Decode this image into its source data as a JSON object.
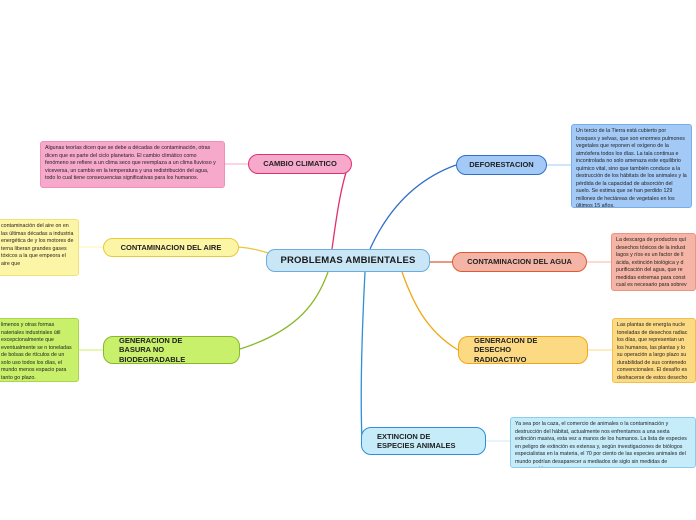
{
  "central": {
    "title": "PROBLEMAS AMBIENTALES",
    "color": "#c9e6f7"
  },
  "topics": {
    "cambio_climatico": {
      "label": "CAMBIO CLIMATICO",
      "note": "Algunas teorías dicen que se debe a décadas de contaminación, otras dicen que es parte del ciclo planetario. El cambio climático como fenómeno se refiere a un clima seco que reemplaza a un clima lluvioso y viceversa, un cambio en la temperatura y una redistribución del agua, todo lo cual tiene consecuencias significativas para los humanos.",
      "color": "#f7a9cc",
      "line": "#e0306e"
    },
    "contaminacion_aire": {
      "label": "CONTAMINACION DEL AIRE",
      "note": "contaminación del aire on en las últimas décadas a industria energética de y los motores de terna liberan grandes gases tóxicos a la que empeora el aire que",
      "color": "#fdf5a6",
      "line": "#e8c93a"
    },
    "generacion_basura": {
      "label": "GENERACION DE BASURA NO BIODEGRADABLE",
      "note": "limenos y otras formas nateriales industriales útil excepcionalmente que eventualmente se n toneladas de bolsas de rtículos de un solo uso todos los días, el mundo menos espacio para tanto go plazo.",
      "color": "#c8f06a",
      "line": "#8ab82c"
    },
    "deforestacion": {
      "label": "DEFORESTACION",
      "note": "Un tercio de la Tierra está cubierto por bosques y selvas, que son enormes pulmones vegetales que reponen el oxígeno de la atmósfera todos los días. La tala continua e incontrolada no solo amenaza este equilibrio químico vital, sino que también conduce a la destrucción de los hábitats de los animales y la pérdida de la capacidad de absorción del suelo. Se estima que se han perdido 129 millones de hectáreas de vegetales en los últimos 15 años.",
      "color": "#a3c9f7",
      "line": "#2f6fc9"
    },
    "contaminacion_agua": {
      "label": "CONTAMINACION DEL AGUA",
      "note": "La descarga de productos quí desechos tóxicos de la indust lagos y ríos es un factor de ll ácida, extinción biológica y d purificación del agua, que re medidas extremas para const cual es necesario para sobrev orgánica de todas las especie",
      "color": "#f5b5a6",
      "line": "#e05a30"
    },
    "desecho_radioactivo": {
      "label": "GENERACION DE DESECHO RADIOACTIVO",
      "note": "Las plantas de energía nucle toneladas de desechos radiac los días, que representan un los humanos, las plantas y lo su operación a largo plazo su durabilidad de sus contenedo convencionales. El desafío es deshacerse de estos desecho impacto mínimo en el medio a",
      "color": "#fcd983",
      "line": "#f0a818"
    },
    "extincion_especies": {
      "label": "EXTINCION DE ESPECIES ANIMALES",
      "note": "Ya sea por la caza, el comercio de animales o la contaminación y destrucción del hábitat, actualmente nos enfrentamos a una sexta extinción masiva, esta vez a manos de los humanos. La lista de especies en peligro de extinción es extensa y, según investigaciones de biólogos especialistas en la materia, el 70 por ciento de las especies animales del mundo podrían desaparecer a mediados de siglo sin medidas de conservación.",
      "color": "#c6ecfa",
      "line": "#2d8fd8"
    }
  }
}
